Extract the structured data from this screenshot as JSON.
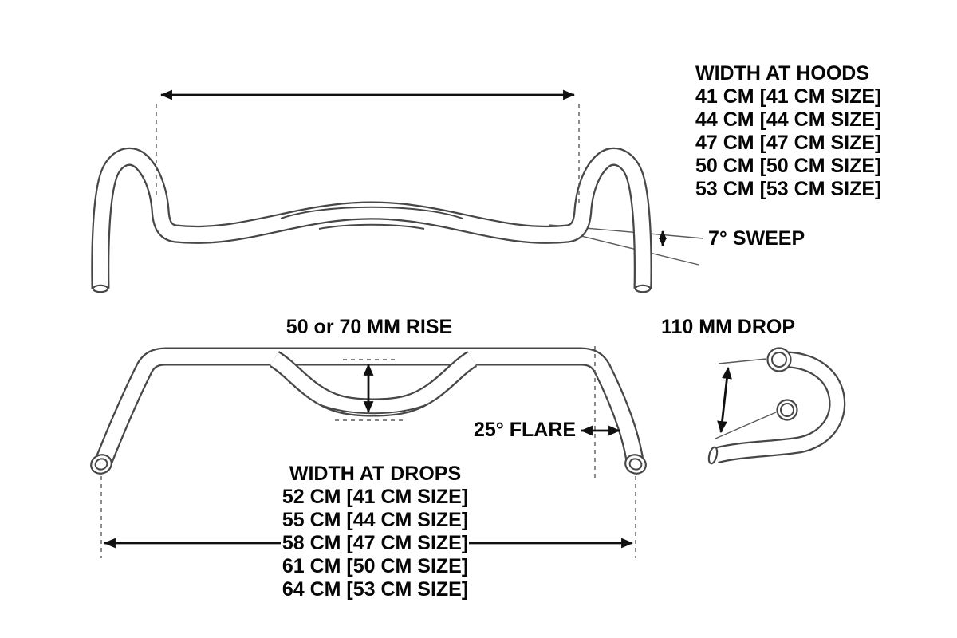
{
  "hoods": {
    "label": "WIDTH AT HOODS",
    "sizes": [
      "41 CM [41 CM SIZE]",
      "44 CM [44 CM SIZE]",
      "47 CM [47 CM SIZE]",
      "50 CM [50 CM SIZE]",
      "53 CM [53 CM SIZE]"
    ]
  },
  "drops": {
    "label": "WIDTH AT DROPS",
    "sizes": [
      "52 CM [41 CM SIZE]",
      "55 CM [44 CM SIZE]",
      "58 CM [47 CM SIZE]",
      "61 CM [50 CM SIZE]",
      "64 CM [53 CM SIZE]"
    ]
  },
  "annotations": {
    "sweep": "7° SWEEP",
    "rise": "50 or 70 MM RISE",
    "drop": "110 MM DROP",
    "flare": "25° FLARE"
  },
  "colors": {
    "line": "#474747",
    "dimension": "#101010",
    "text": "#060606",
    "background": "#ffffff"
  }
}
